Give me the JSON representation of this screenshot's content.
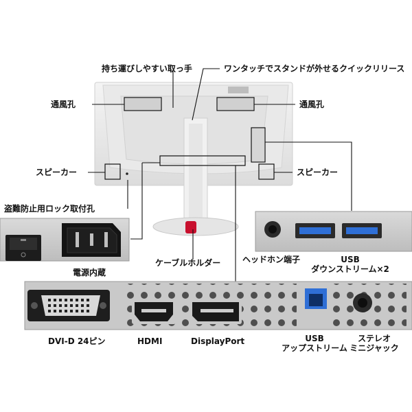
{
  "labels": {
    "handle": "持ち運びしやすい取っ手",
    "quick_stand": "ワンタッチでスタンドが外せるクイックリリース",
    "vent_left": "通風孔",
    "vent_right": "通風孔",
    "speaker_left": "スピーカー",
    "speaker_right": "スピーカー",
    "security_slot": "盗難防止用ロック取付孔",
    "cable_holder": "ケーブルホルダー",
    "headphone": "ヘッドホン端子",
    "usb_down_1": "USB",
    "usb_down_2": "ダウンストリーム×2",
    "power": "電源内蔵",
    "dvi": "DVI-D 24ピン",
    "hdmi": "HDMI",
    "displayport": "DisplayPort",
    "usb_up_1": "USB",
    "usb_up_2": "アップストリーム",
    "stereo_1": "ステレオ",
    "stereo_2": "ミニジャック"
  },
  "colors": {
    "usb_blue": "#2f6fd6",
    "cable_holder_red": "#c8102e",
    "panel_gray": "#c9c9c9"
  }
}
